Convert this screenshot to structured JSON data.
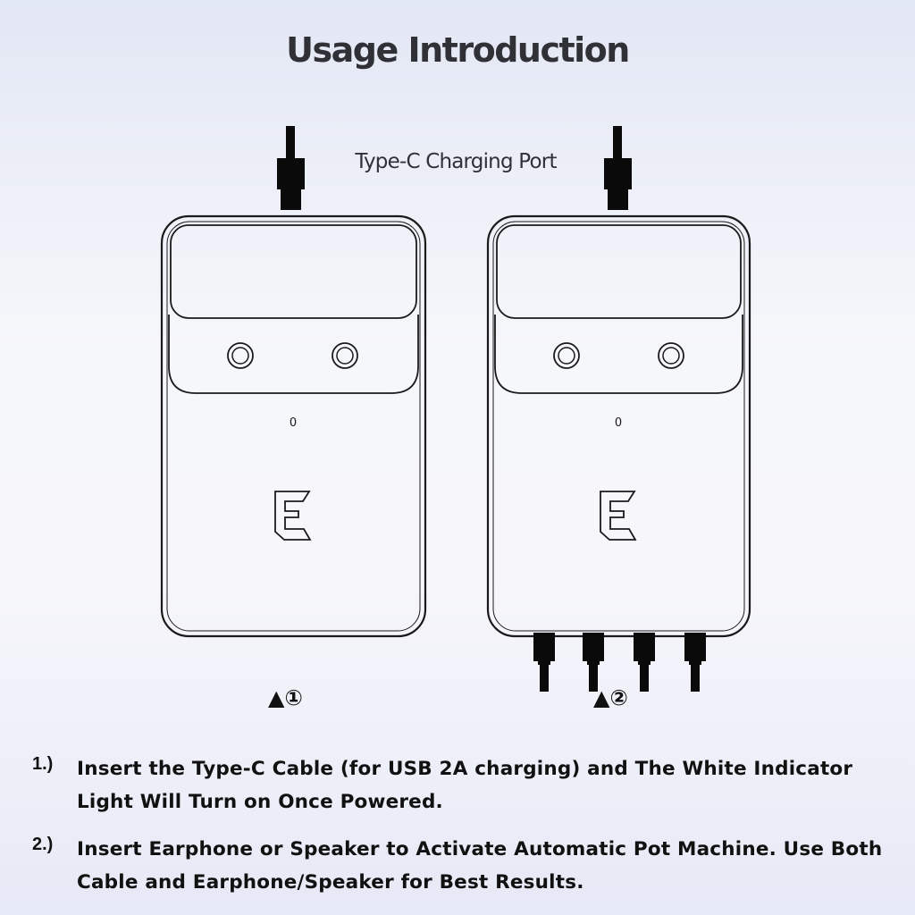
{
  "title": "Usage Introduction",
  "port_label": "Type-C  Charging Port",
  "device_indicator_glyph": "0",
  "steps": [
    {
      "marker": "▲①"
    },
    {
      "marker": "▲②"
    }
  ],
  "instructions": [
    {
      "num": "1.)",
      "text": "Insert the Type-C Cable (for USB 2A charging) and The White Indicator Light Will Turn on Once Powered."
    },
    {
      "num": "2.)",
      "text": "Insert Earphone or Speaker to Activate Automatic Pot Machine. Use Both Cable and Earphone/Speaker for Best Results."
    }
  ],
  "colors": {
    "line": "#1a1a1a",
    "cable": "#0a0a0a",
    "text": "#111111"
  }
}
